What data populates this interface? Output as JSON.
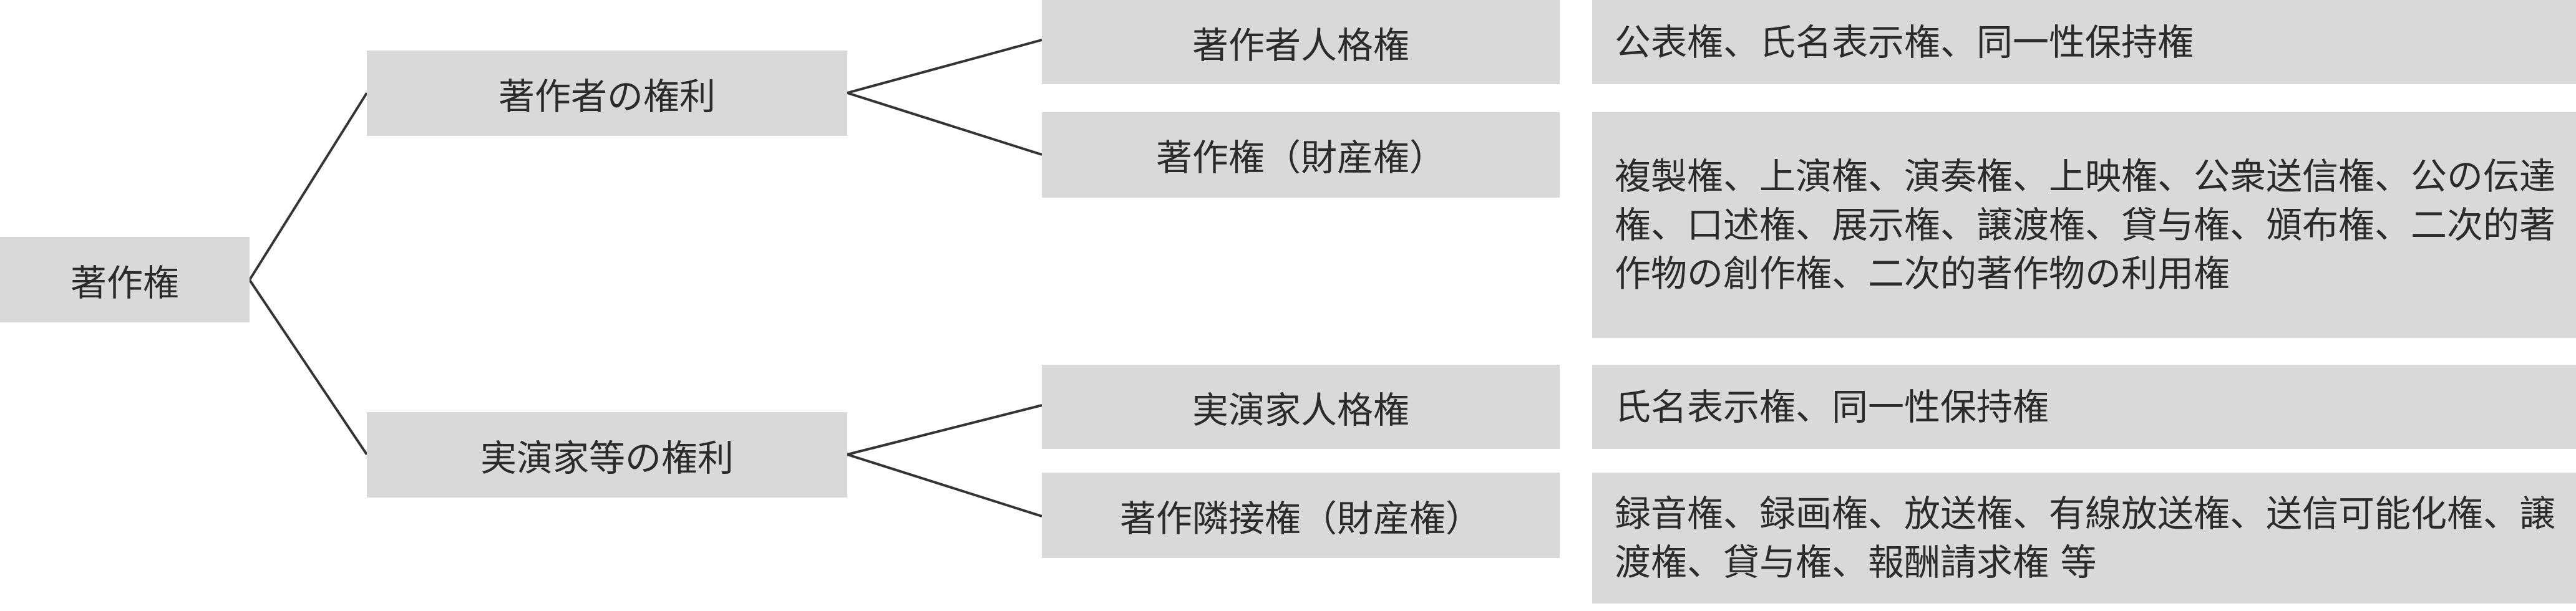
{
  "root": {
    "label": "著作権"
  },
  "branches": [
    {
      "label": "著作者の権利",
      "children": [
        {
          "label": "著作者人格権",
          "description": "公表権、氏名表示権、同一性保持権"
        },
        {
          "label": "著作権（財産権）",
          "description": "複製権、上演権、演奏権、上映権、公衆送信権、公の伝達権、口述権、展示権、譲渡権、貸与権、頒布権、二次的著作物の創作権、二次的著作物の利用権"
        }
      ]
    },
    {
      "label": "実演家等の権利",
      "children": [
        {
          "label": "実演家人格権",
          "description": "氏名表示権、同一性保持権"
        },
        {
          "label": "著作隣接権（財産権）",
          "description": "録音権、録画権、放送権、有線放送権、送信可能化権、譲渡権、貸与権、報酬請求権 等"
        }
      ]
    }
  ],
  "colors": {
    "box_fill": "#d9d9d9",
    "text": "#2b2b2b",
    "line": "#333333"
  }
}
